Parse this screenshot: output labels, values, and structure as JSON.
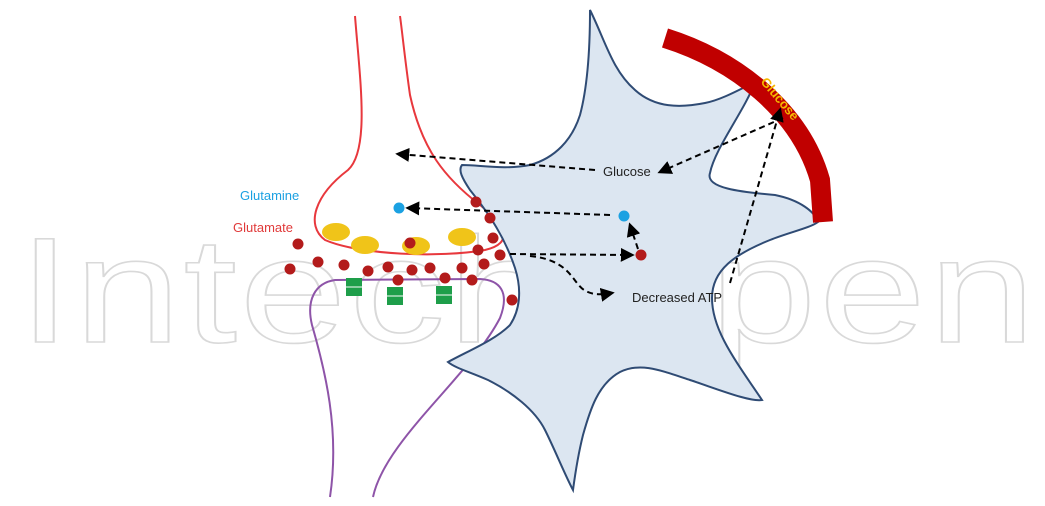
{
  "watermark_text": "IntechOpen",
  "labels": {
    "glutamine": "Glutamine",
    "glutamate": "Glutamate",
    "glucose_astrocyte": "Glucose",
    "glucose_vessel": "Glucose",
    "decreased_atp": "Decreased ATP"
  },
  "colors": {
    "presynaptic_membrane": "#e8383d",
    "postsynaptic_membrane": "#8e54a8",
    "astrocyte_fill": "#dce6f1",
    "astrocyte_stroke": "#2f4b74",
    "vesicle": "#f0c419",
    "glutamate": "#b31b1b",
    "glutamine": "#1ba1e2",
    "receptor": "#1e9e4a",
    "blood_vessel": "#c00000",
    "vessel_label": "#f5b800",
    "glutamine_label": "#1ba1e2",
    "glutamate_label": "#e03a3a",
    "arrow": "#000000"
  }
}
